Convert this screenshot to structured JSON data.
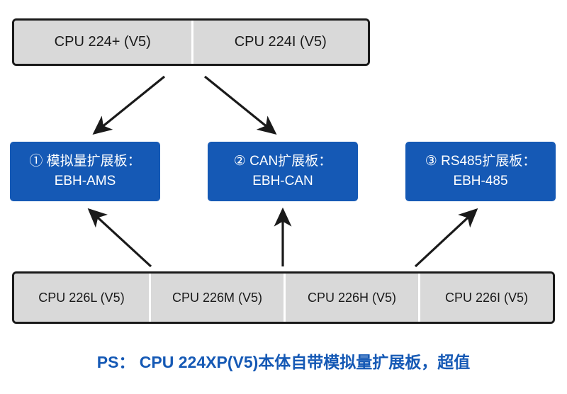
{
  "diagram": {
    "top_group": {
      "cells": [
        {
          "label": "CPU 224+ (V5)"
        },
        {
          "label": "CPU 224I (V5)"
        }
      ]
    },
    "boards": [
      {
        "line1": "① 模拟量扩展板：",
        "line2": "EBH-AMS"
      },
      {
        "line1": "② CAN扩展板：",
        "line2": "EBH-CAN"
      },
      {
        "line1": "③ RS485扩展板：",
        "line2": "EBH-485"
      }
    ],
    "bottom_group": {
      "cells": [
        {
          "label": "CPU 226L (V5)"
        },
        {
          "label": "CPU 226M (V5)"
        },
        {
          "label": "CPU 226H (V5)"
        },
        {
          "label": "CPU 226I (V5)"
        }
      ]
    },
    "note": "PS： CPU 224XP(V5)本体自带模拟量扩展板，超值",
    "colors": {
      "board_blue": "#1559b5",
      "cpu_gray": "#d9d9d9",
      "outline_black": "#1a1a1a",
      "arrow_black": "#1a1a1a",
      "note_blue": "#1559b5"
    }
  }
}
